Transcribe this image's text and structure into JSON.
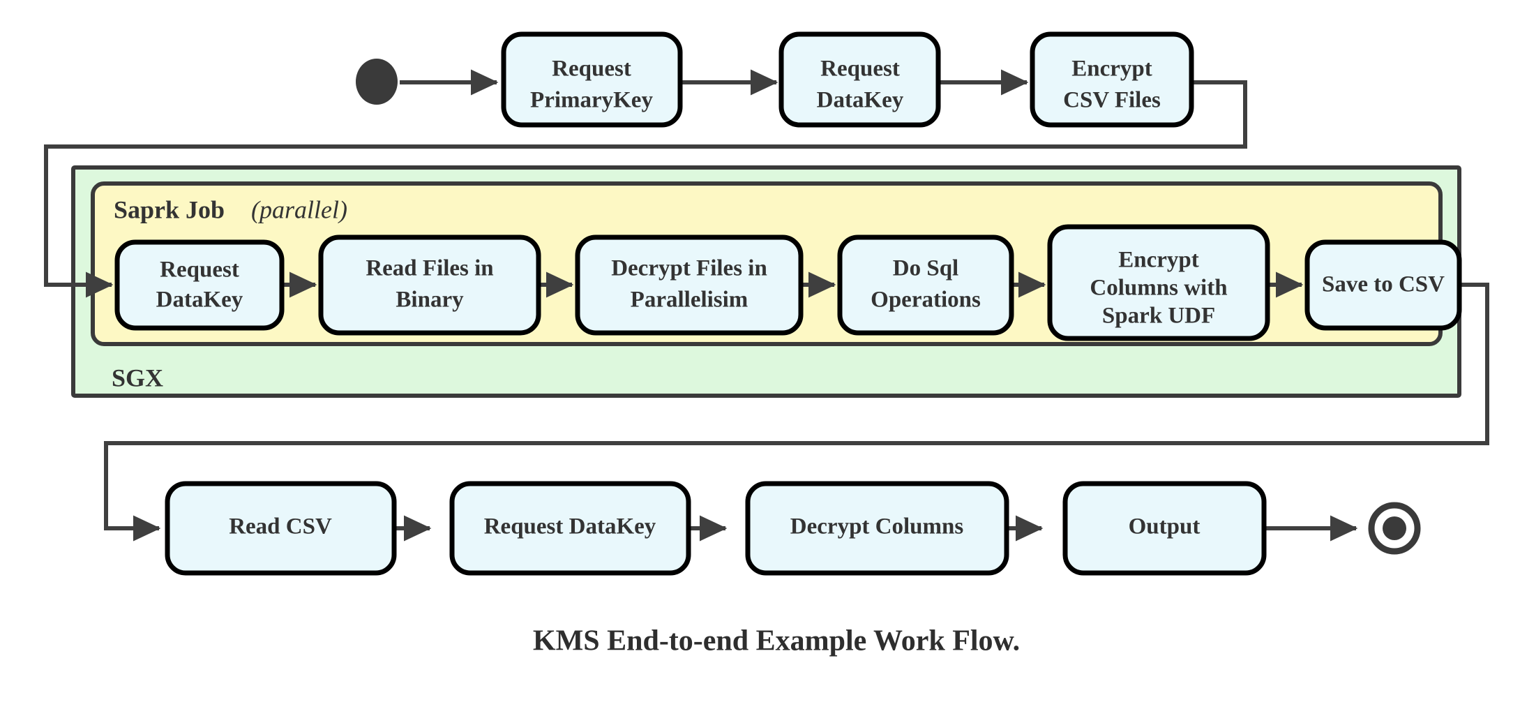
{
  "diagram": {
    "caption": "KMS End-to-end Example Work Flow.",
    "colors": {
      "node_fill": "#e9f8fc",
      "node_stroke": "#000000",
      "sgx_fill": "#ddf8dd",
      "spark_fill": "#fdf8c4",
      "edge": "#3f3f3f",
      "text": "#333333"
    },
    "start_marker": "filled-circle",
    "end_marker": "ringed-filled-circle",
    "containers": {
      "outer": {
        "label": "SGX",
        "label_position": "bottom-left"
      },
      "inner": {
        "label": "Saprk Job",
        "label_suffix": "(parallel)",
        "label_position": "top-left"
      }
    },
    "rows": {
      "top": {
        "name": "preparation-row",
        "nodes": [
          {
            "id": "request-primarykey",
            "lines": [
              "Request",
              "PrimaryKey"
            ]
          },
          {
            "id": "request-datakey-top",
            "lines": [
              "Request",
              "DataKey"
            ]
          },
          {
            "id": "encrypt-csv-files",
            "lines": [
              "Encrypt",
              "CSV Files"
            ]
          }
        ]
      },
      "spark": {
        "name": "spark-job-row",
        "nodes": [
          {
            "id": "request-datakey-spark",
            "lines": [
              "Request",
              "DataKey"
            ]
          },
          {
            "id": "read-files-in-binary",
            "lines": [
              "Read Files in",
              "Binary"
            ]
          },
          {
            "id": "decrypt-files-in-parallelisim",
            "lines": [
              "Decrypt Files in",
              "Parallelisim"
            ]
          },
          {
            "id": "do-sql-operations",
            "lines": [
              "Do Sql",
              "Operations"
            ]
          },
          {
            "id": "encrypt-columns-with-spark-udf",
            "lines": [
              "Encrypt",
              "Columns with",
              "Spark UDF"
            ]
          },
          {
            "id": "save-to-csv",
            "lines": [
              "Save to CSV"
            ]
          }
        ]
      },
      "bottom": {
        "name": "consumption-row",
        "nodes": [
          {
            "id": "read-csv",
            "lines": [
              "Read CSV"
            ]
          },
          {
            "id": "request-datakey-bottom",
            "lines": [
              "Request DataKey"
            ]
          },
          {
            "id": "decrypt-columns",
            "lines": [
              "Decrypt Columns"
            ]
          },
          {
            "id": "output",
            "lines": [
              "Output"
            ]
          }
        ]
      }
    }
  }
}
